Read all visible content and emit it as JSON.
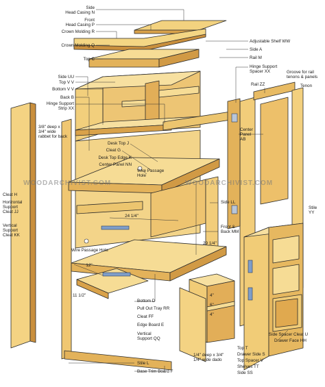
{
  "watermark": "WOODARCHIVIST.COM",
  "colors": {
    "wood_light": "#f6dc95",
    "wood_mid": "#e9bf67",
    "wood_dark": "#c98f3d",
    "line": "#2a2a2a"
  },
  "labels": {
    "side_head_casing_n": "Side\nHead Casing N",
    "front_head_casing_p": "Front\nHead Casing P",
    "crown_molding_r": "Crown Molding R",
    "crown_molding_q": "Crown Molding Q",
    "top_c": "Top C",
    "side_uu": "Side UU",
    "top_vv": "Top V V",
    "bottom_vv": "Bottom V V",
    "back_b": "Back B",
    "hinge_support_strip_xx": "Hinge Support\nStrip XX",
    "rabbet": "3/8\" deep x\n3/4\" wide\nrabbet for back",
    "adjustable_shelf_ww": "Adjustable Shelf WW",
    "side_a": "Side A",
    "rail_m": "Rail M",
    "hinge_support_spacer_xx": "Hinge Support\nSpacer XX",
    "groove": "Groove for rail\ntenons & panels",
    "rail_zz": "Rail ZZ",
    "tenon": "Tenon",
    "center_panel_ab": "Center\nPanel\nAB",
    "desk_top_j": "Desk Top J",
    "cleat_g": "Cleat G",
    "desk_top_edge_k": "Desk Top Edge K",
    "center_panel_nn": "Center Panel NN",
    "wire_passage_hole_1": "Wire Passage\nHole",
    "side_ll": "Side LL",
    "cleat_h": "Cleat H",
    "horizontal_support_cleat_jj": "Horizontal\nSupport\nCleat JJ",
    "vertical_support_cleat_kk": "Vertical\nSupport\nCleat KK",
    "dim_24_1_4": "24 1/4\"",
    "front_back_mm": "Front &\nBack MM",
    "dim_29_1_4": "29 1/4\"",
    "stile_yy": "Stile\nYY",
    "wire_passage_hole_2": "Wire Passage Hole",
    "dim_12": "12\"",
    "dim_11_2": "11 1/2\"",
    "dim_4_a": "4\"",
    "dim_6": "6\"",
    "dim_4_b": "4\"",
    "bottom_d": "Bottom D",
    "pull_out_tray_rr": "Pull Out Tray RR",
    "cleat_ff": "Cleat FF",
    "edge_board_e": "Edge Board E",
    "vertical_support_qq": "Vertical\nSupport QQ",
    "stile_l": "Stile L",
    "base_trim_board_f": "Base Trim Board F",
    "dado": "1/4\" deep x 3/4\"\n1/4\" wide dado",
    "top_t": "Top T",
    "drawer_side_s": "Drawer Side S",
    "top_spacer_v": "Top Spacer V",
    "shelves_tt": "Shelves TT",
    "side_ss": "Side SS",
    "side_spacer_cleat_u": "Side Spacer Cleat U",
    "drawer_face_hh": "Drawer Face HH"
  }
}
